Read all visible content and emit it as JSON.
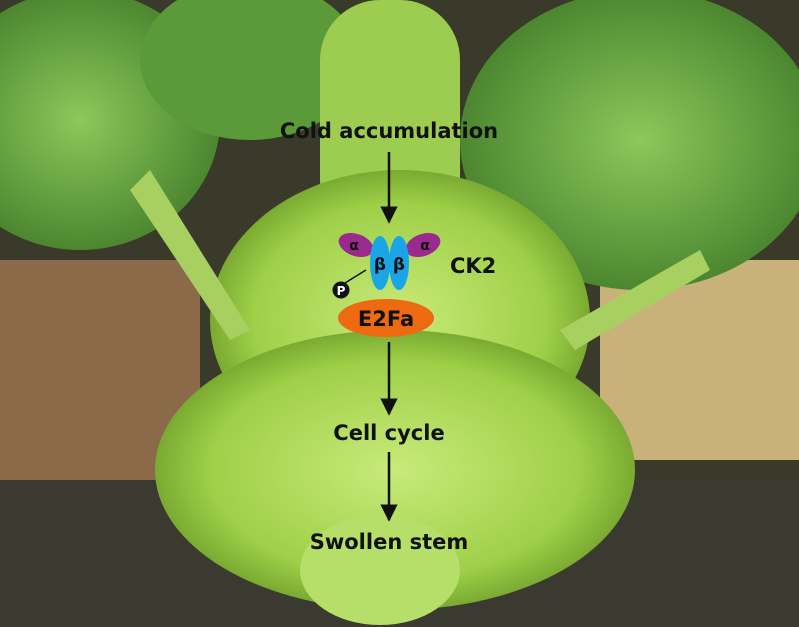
{
  "diagram": {
    "steps": [
      "Cold accumulation",
      "Cell cycle",
      "Swollen stem"
    ],
    "complex": {
      "name": "CK2",
      "subunits": {
        "alpha": "α",
        "beta": "β"
      },
      "phospho": "P",
      "target": "E2Fa"
    },
    "colors": {
      "alpha": "#9b2a8e",
      "beta": "#1aa6e6",
      "e2fa": "#ee6a10",
      "arrow": "#111111"
    }
  }
}
